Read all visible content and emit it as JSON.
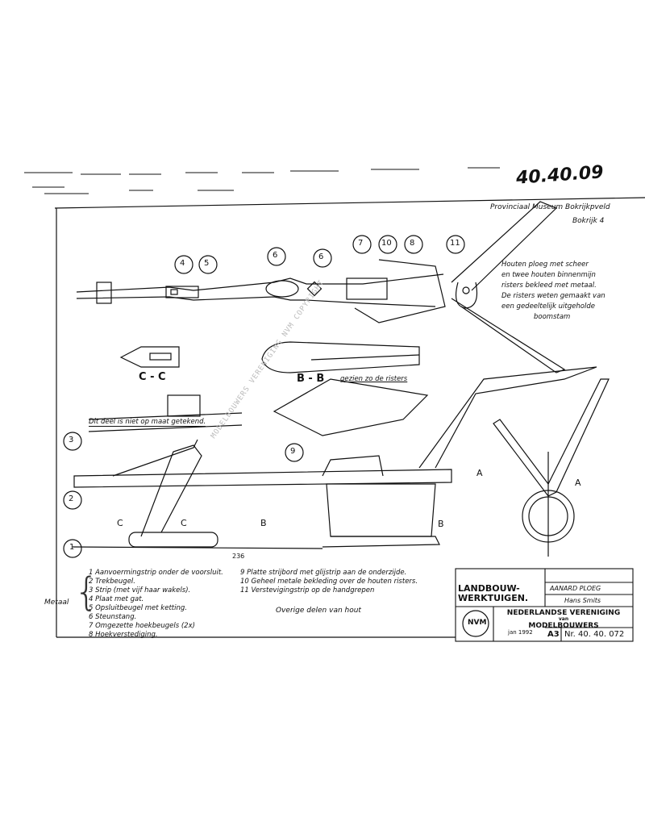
{
  "drawing_number_handwritten": "40.40.09",
  "header": {
    "museum": "Provinciaal Museum Bokrijkpveld",
    "sheet": "Bokrijk 4"
  },
  "notes": {
    "line1": "Houten ploeg met scheer",
    "line2": "en twee houten binnenmijn",
    "line3": "risters bekleed met metaal.",
    "line4": "De risters weten gemaakt van",
    "line5": "een gedeeltelijk uitgeholde",
    "line6": "boomstam"
  },
  "callouts": [
    "4",
    "5",
    "6",
    "6",
    "7",
    "10",
    "8",
    "11",
    "3",
    "9",
    "2",
    "1"
  ],
  "sections": {
    "cc": "C - C",
    "bb": "B - B",
    "bb_note": "gezien zo de risters",
    "a_arrow": "A",
    "a_view": "A",
    "b_label": "B",
    "c_label": "C",
    "dim_236": "236"
  },
  "annotation_main": "Dit deel is niet op maat getekend.",
  "watermark": "MODELBOUWERS VERENIGING NVM COPYRIGHT",
  "legend_left": [
    "1  Aanvoermingstrip onder de voorsluit.",
    "2  Trekbeugel.",
    "3  Strip (met vijf haar wakels).",
    "4  Plaat met gat.",
    "5  Opsluitbeugel met ketting.",
    "6  Steunstang.",
    "7  Omgezette hoekbeugels (2x)",
    "8  Hoekverstediging."
  ],
  "legend_right": [
    "9  Platte strijbord met glijstrip aan de onderzijde.",
    "10 Geheel metale bekleding over de houten risters.",
    "11 Verstevigingstrip op de handgrepen"
  ],
  "metaal_label": "Metaal",
  "wood_note": "Overige delen van hout",
  "title_block": {
    "category_line1": "LANDBOUW-",
    "category_line2": "WERKTUIGEN.",
    "object": "AANARD PLOEG",
    "maker": "Hans Smits",
    "org_line1": "NEDERLANDSE VERENIGING",
    "org_line2": "van",
    "org_line3": "MODELBOUWERS",
    "format": "A3",
    "number": "Nr. 40. 40. 072",
    "date": "jan 1992",
    "logo_text": "NVM"
  }
}
